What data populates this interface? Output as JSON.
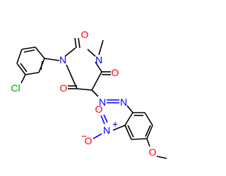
{
  "structure": {
    "atom_labels": {
      "n1": "N",
      "n3": "N",
      "o2": "O",
      "o4": "O",
      "o6": "O",
      "cl": "Cl",
      "azo_n1": "N",
      "azo_n2": "N",
      "nitro_n": "N",
      "nitro_o1": "O",
      "nitro_o2": "O",
      "methoxy_o": "O"
    },
    "charges": {
      "nitro_n": "+",
      "nitro_o2": "−"
    },
    "colors": {
      "carbon_bond": "#000000",
      "nitrogen": "#0000ff",
      "oxygen": "#ff0000",
      "chlorine": "#00a000"
    }
  }
}
